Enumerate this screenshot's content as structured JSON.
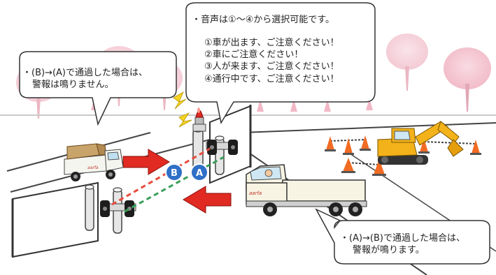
{
  "bubbles": {
    "left": {
      "line1": "・(B)→(A)で通過した場合は、",
      "line2": "警報は鳴りません。"
    },
    "top": {
      "header": "・音声は①～④から選択可能です。",
      "options": [
        "①車が出ます、ご注意ください！",
        "②車にご注意ください！",
        "③人が来ます、ご注意ください！",
        "④通行中です、ご注意ください！"
      ]
    },
    "right": {
      "line1": "・(A)→(B)で通過した場合は、",
      "line2": "警報が鳴ります。"
    }
  },
  "markers": {
    "a": "A",
    "b": "B"
  },
  "truck_label": "aarfa",
  "colors": {
    "marker_blue": "#2f6fc7",
    "arrow_red": "#e02a22",
    "beam_red": "#e84b3c",
    "beam_green": "#3aa05a",
    "cone_orange": "#f26b23",
    "excavator_yellow": "#f3b21a",
    "tree_pink": "#f2b8c6"
  }
}
